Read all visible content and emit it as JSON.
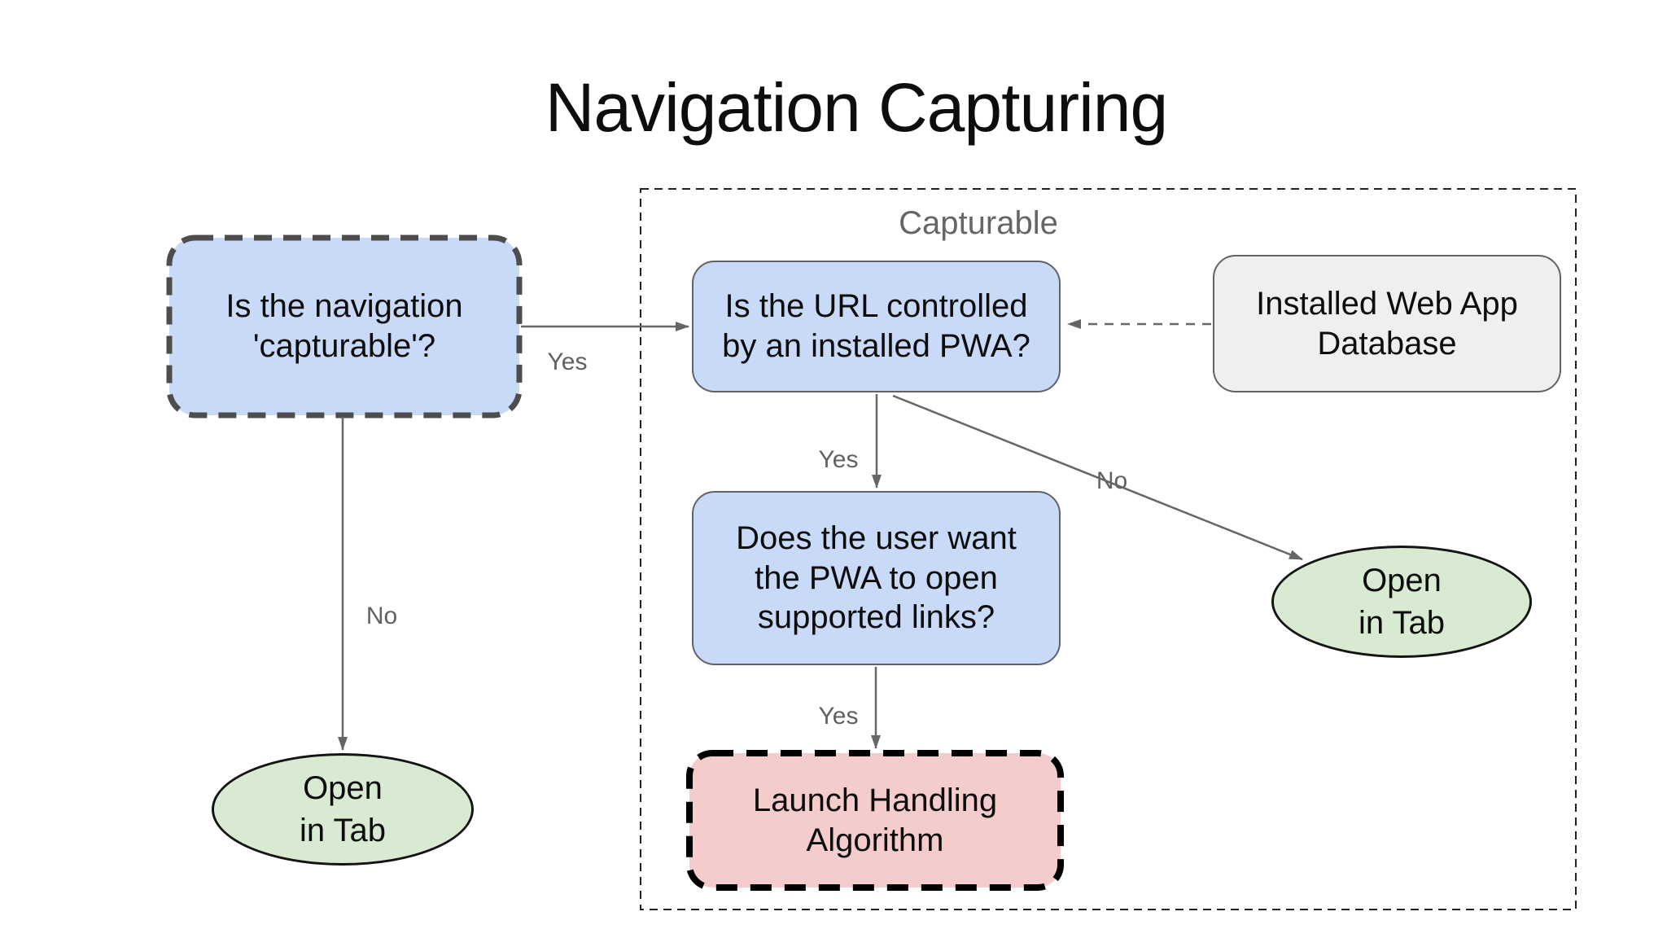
{
  "title": "Navigation Capturing",
  "container": {
    "label": "Capturable"
  },
  "nodes": {
    "capturable_question": "Is the navigation\n'capturable'?",
    "url_controlled": "Is the URL controlled\nby an installed PWA?",
    "database": "Installed Web App\nDatabase",
    "user_want": "Does the user want\nthe PWA to open\nsupported links?",
    "launch_handling": "Launch Handling\nAlgorithm",
    "open_in_tab_left": "Open\nin Tab",
    "open_in_tab_right": "Open\nin Tab"
  },
  "edges": {
    "capturable_yes": "Yes",
    "capturable_no": "No",
    "url_yes": "Yes",
    "url_no": "No",
    "user_want_yes": "Yes"
  },
  "colors": {
    "node_blue": "#c9daf8",
    "node_blue_border": "#5f6368",
    "node_gray": "#efefef",
    "node_gray_border": "#5f6368",
    "node_green": "#d9ead3",
    "node_green_border": "#141414",
    "node_pink": "#f4cccc",
    "node_pink_border": "#000000",
    "dashed_question_border": "#4d4d4d",
    "container_border": "#222222",
    "edge": "#666666",
    "edge_label": "#616161",
    "container_label": "#666666",
    "title_color": "#0d0d0d",
    "background": "#ffffff"
  }
}
